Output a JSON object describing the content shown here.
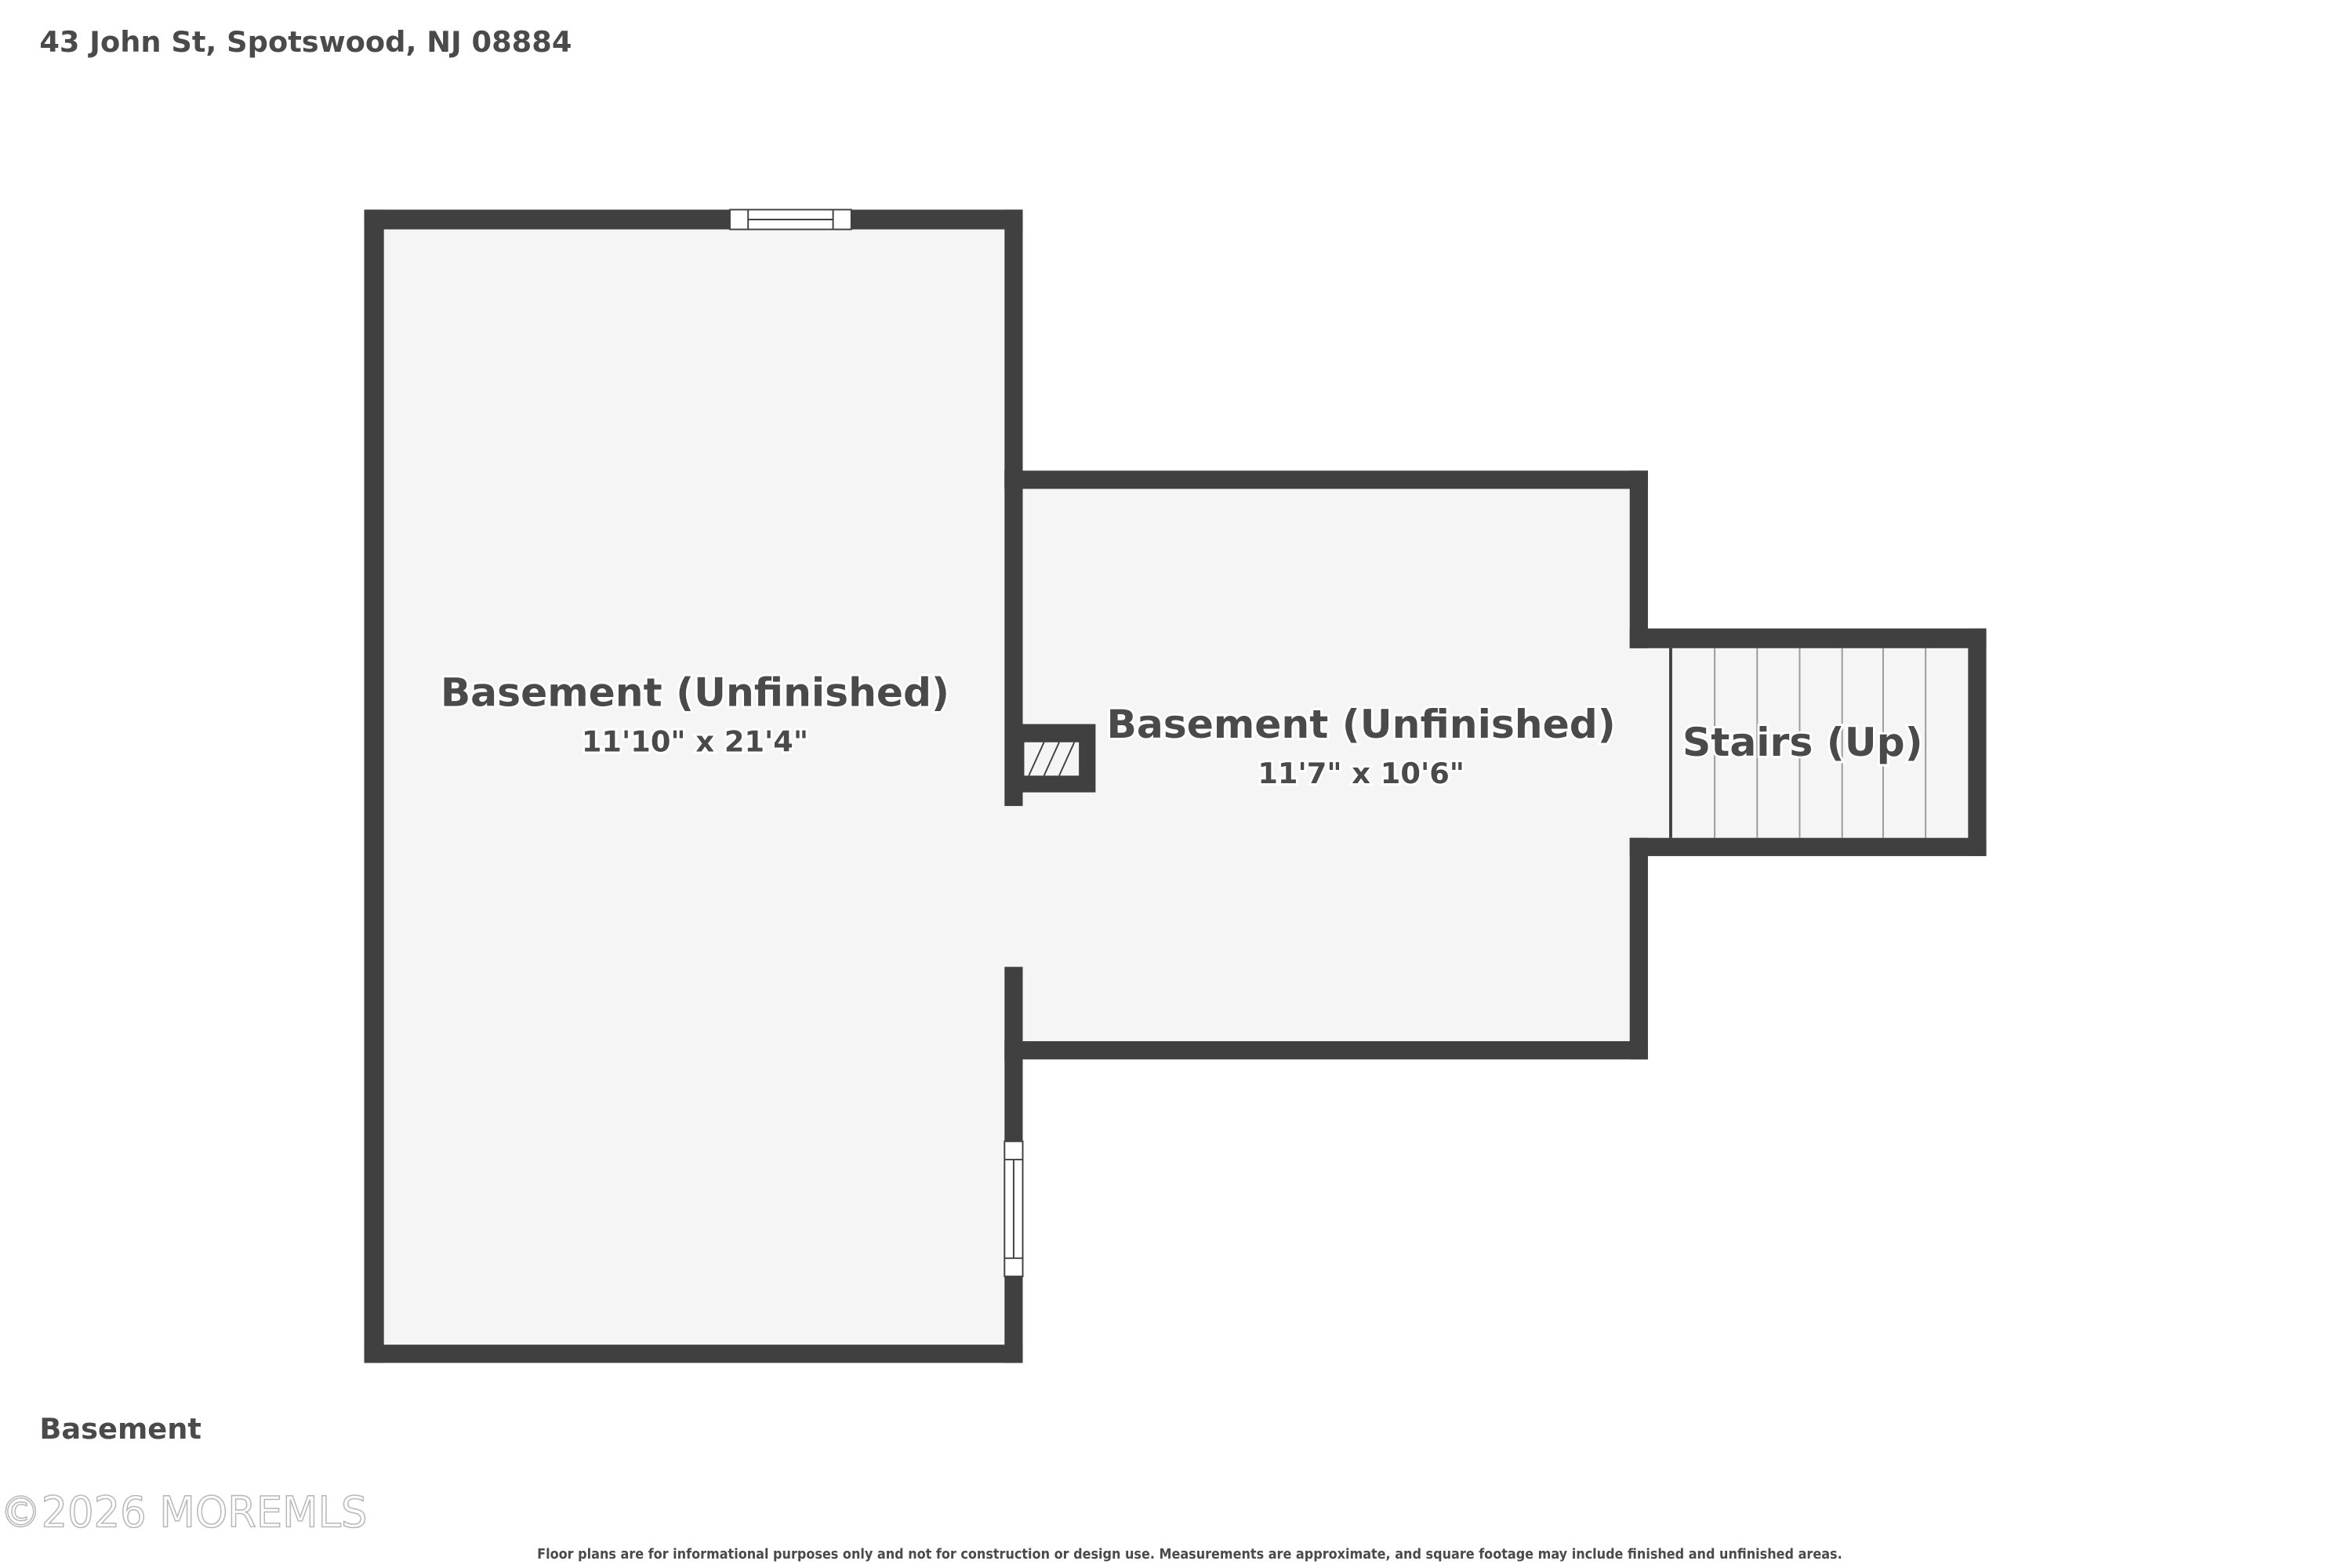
{
  "header": {
    "address": "43 John St, Spotswood, NJ 08884"
  },
  "rooms": [
    {
      "name": "Basement (Unfinished)",
      "dimensions": "11'10\" x 21'4\""
    },
    {
      "name": "Basement (Unfinished)",
      "dimensions": "11'7\" x 10'6\""
    },
    {
      "name": "Stairs (Up)"
    }
  ],
  "floor_label": "Basement",
  "watermark": "©2026 MOREMLS",
  "disclaimer": "Floor plans are for informational purposes only and not for construction or design use. Measurements are approximate, and square footage may include finished and unfinished areas.",
  "colors": {
    "wall": "#404040",
    "floor": "#f5f5f5",
    "text": "#4a4a4a"
  }
}
